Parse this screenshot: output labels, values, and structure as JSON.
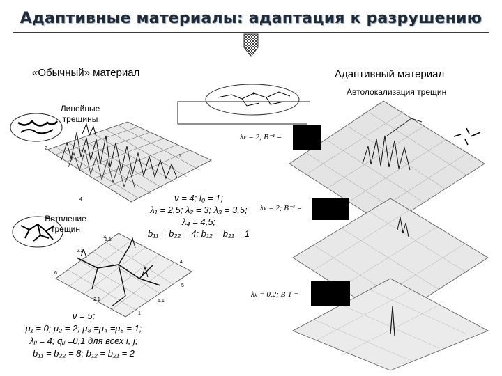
{
  "title": "Адаптивные материалы: адаптация к разрушению",
  "left": {
    "heading": "«Обычный» материал",
    "linear_label": "Линейные трещины",
    "branch_label": "Ветвление трещин"
  },
  "right": {
    "heading": "Адаптивный материал",
    "subheading": "Автолокализация трещин"
  },
  "params_center": {
    "line1": "ν = 4; l₀ = 1;",
    "line2": "λ₁ = 2,5; λ₂ = 3; λ₃ = 3,5;",
    "line3": "λ₄ = 4,5;",
    "line4": "b₁₁ = b₂₂ = 4; b₁₂ = b₂₁ = 1"
  },
  "params_bottom": {
    "line1": "ν = 5;",
    "line2": "μ₁ = 0; μ₂ = 2; μ₃ =μ₄ =μ₅ = 1;",
    "line3": "λᵢⱼ = 4; qᵢⱼ =0,1 для всех i, j;",
    "line4": "b₁₁ = b₂₂ = 8; b₁₂ = b₂₁ = 2"
  },
  "lambda_labels": {
    "top": "λₖ = 2; B⁻¹ =",
    "mid": "λₖ = 2; B⁻¹ =",
    "bottom": "λₖ = 0,2; B-1 ="
  },
  "axis_ticks": {
    "top_surface": [
      "2",
      "1",
      "4"
    ],
    "mid_surface": [
      "3",
      "1.1",
      "2.2",
      "6",
      "4",
      "5",
      "2.1",
      "5.1",
      "1"
    ]
  }
}
